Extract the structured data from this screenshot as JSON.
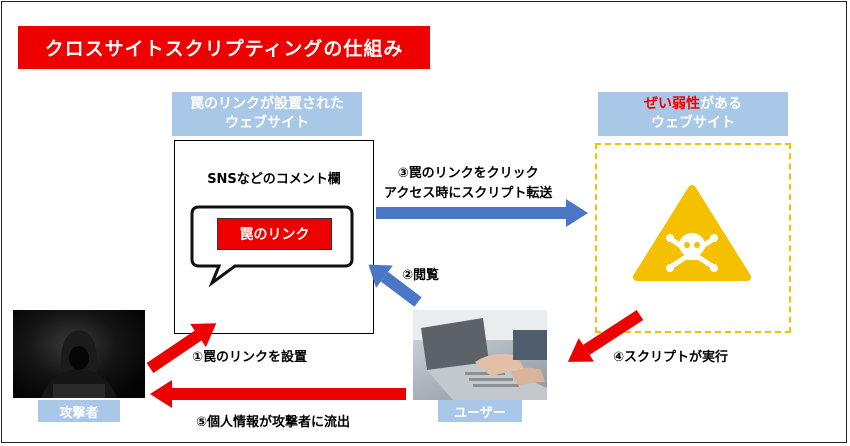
{
  "title": "クロスサイトスクリプティングの仕組み",
  "trap_site": {
    "label_line1": "罠のリンクが設置された",
    "label_line2": "ウェブサイト",
    "sns_title": "SNSなどのコメント欄",
    "link_text": "罠のリンク"
  },
  "vulnerable_site": {
    "label_highlight": "ぜい弱性",
    "label_rest": "がある",
    "label_line2": "ウェブサイト"
  },
  "steps": {
    "step1": "①罠のリンクを設置",
    "step2": "②閲覧",
    "step3_line1": "③罠のリンクをクリック",
    "step3_line2": "アクセス時にスクリプト転送",
    "step4": "④スクリプトが実行",
    "step5": "⑤個人情報が攻撃者に流出"
  },
  "actors": {
    "attacker": "攻撃者",
    "user": "ユーザー"
  },
  "colors": {
    "red": "#ee0000",
    "blue_arrow": "#4a76c6",
    "label_blue": "#a9c8e8",
    "warning_yellow": "#f5c000"
  },
  "icons": {
    "warning": "skull-crossbones-warning-icon",
    "attacker_photo": "hooded-hacker-photo",
    "user_photo": "laptop-typing-photo"
  }
}
